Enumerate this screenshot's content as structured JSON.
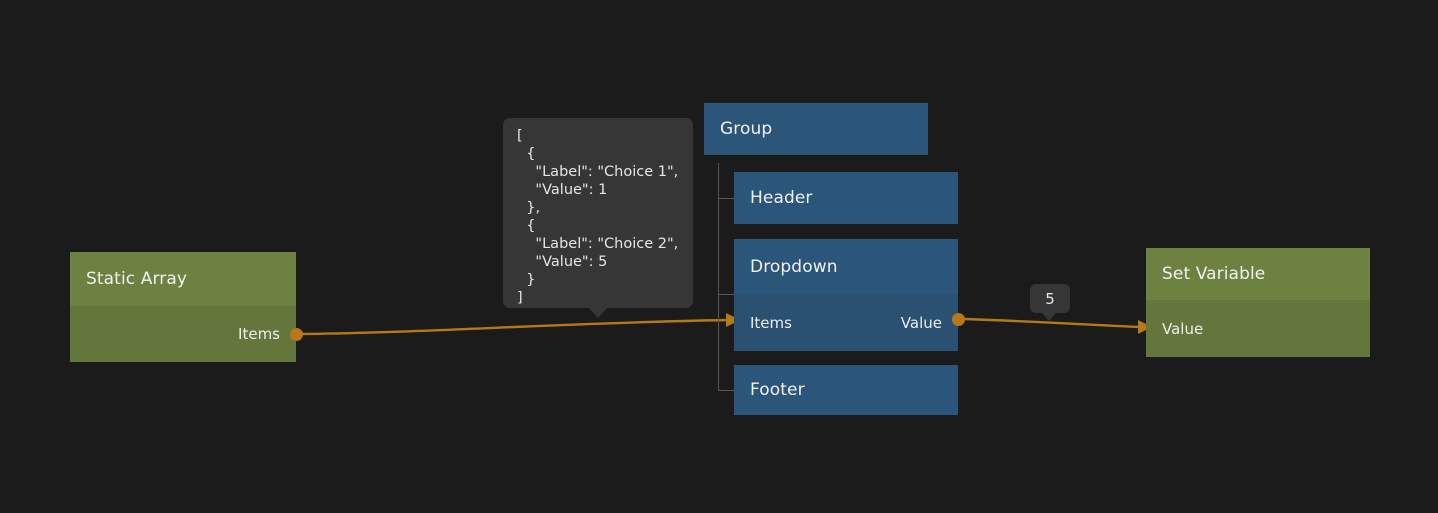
{
  "canvas": {
    "background_color": "#1b1b1b",
    "wire_color": "#b5791a"
  },
  "nodes": {
    "static_array": {
      "title": "Static Array",
      "output_port_label": "Items",
      "accent_color": "#6d8141"
    },
    "group": {
      "title": "Group",
      "accent_color": "#2b5579"
    },
    "header": {
      "title": "Header",
      "accent_color": "#2b5579"
    },
    "dropdown": {
      "title": "Dropdown",
      "input_port_label": "Items",
      "output_port_label": "Value",
      "accent_color": "#2b5579"
    },
    "footer": {
      "title": "Footer",
      "accent_color": "#2b5579"
    },
    "set_variable": {
      "title": "Set Variable",
      "input_port_label": "Value",
      "accent_color": "#6d8141"
    }
  },
  "tooltips": {
    "items_json": "[\n  {\n    \"Label\": \"Choice 1\",\n    \"Value\": 1\n  },\n  {\n    \"Label\": \"Choice 2\",\n    \"Value\": 5\n  }\n]",
    "dropdown_value": "5"
  }
}
